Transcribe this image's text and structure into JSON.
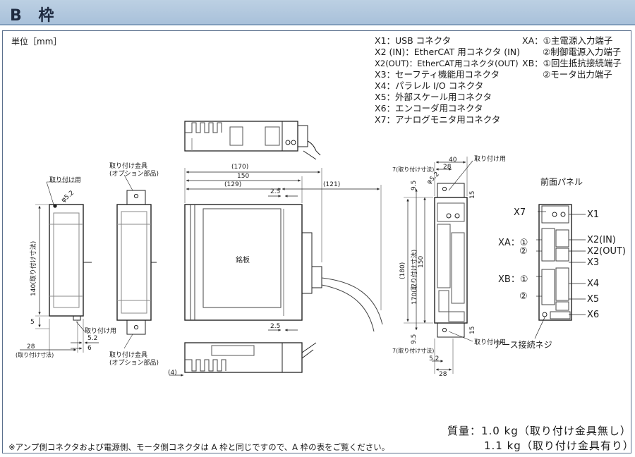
{
  "header": {
    "title": "B 枠"
  },
  "unit_label": "単位［mm］",
  "legend_left": [
    "X1：USB コネクタ",
    "X2 (IN)：EtherCAT 用コネクタ (IN)",
    "X2(OUT)：EtherCAT用コネクタ(OUT)",
    "X3：セーフティ機能用コネクタ",
    "X4：パラレル I/O コネクタ",
    "X5：外部スケール用コネクタ",
    "X6：エンコーダ用コネクタ",
    "X7：アナログモニタ用コネクタ"
  ],
  "legend_right": [
    "XA：①主電源入力端子",
    "②制御電源入力端子",
    "XB：①回生抵抗接続端子",
    "②モータ出力端子"
  ],
  "dims": {
    "d170p": "(170)",
    "d150": "150",
    "d129p": "(129)",
    "d121p": "(121)",
    "d25a": "2.5",
    "d25b": "2.5",
    "d4p": "(4)",
    "d40": "40",
    "d28a": "28",
    "d28b": "28",
    "d28c": "28",
    "d7a": "7",
    "d7b": "7",
    "d95a": "9.5",
    "d95b": "9.5",
    "d15a": "15",
    "d15b": "15",
    "d5": "5",
    "d52a": "5.2",
    "d52b": "5.2",
    "d6": "6",
    "d180p": "(180)",
    "d170v": "170(取り付け寸法)",
    "d150v": "150",
    "d140": "140(取り付け寸法)",
    "phi52a": "φ5.2",
    "phi52b": "φ5.2",
    "mount_pitch": "(取り付け寸法)"
  },
  "labels": {
    "mount_hole": "取り付け用",
    "mount_hole_b": "取り付け用",
    "mount_hole_c": "取り付け用",
    "mount_hole_d": "取り付け用",
    "bracket_top": "取り付け金具",
    "bracket_top2": "(オプション部品)",
    "bracket_bot": "取り付け金具",
    "bracket_bot2": "(オプション部品)",
    "nameplate": "銘板",
    "front_panel": "前面パネル",
    "earth_screw": "アース接続ネジ",
    "mount_pitch_a": "(取り付け寸法)",
    "mount_pitch_b": "7(取り付け寸法)",
    "mount_pitch_c": "7(取り付け寸法)"
  },
  "connectors": {
    "x7": "X7",
    "x1": "X1",
    "xa": "XA：①",
    "xa2": "②",
    "x2in": "X2(IN)",
    "x2out": "X2(OUT)",
    "x3": "X3",
    "xb": "XB：①",
    "xb2": "②",
    "x4": "X4",
    "x5": "X5",
    "x6": "X6"
  },
  "note": "※アンプ側コネクタおよび電源側、モータ側コネクタは A 枠と同じですので、A 枠の表をご覧ください。",
  "mass": {
    "line1": "質量：1.0 kg（取り付け金具無し）",
    "line2": "1.1 kg（取り付け金具有り）"
  }
}
